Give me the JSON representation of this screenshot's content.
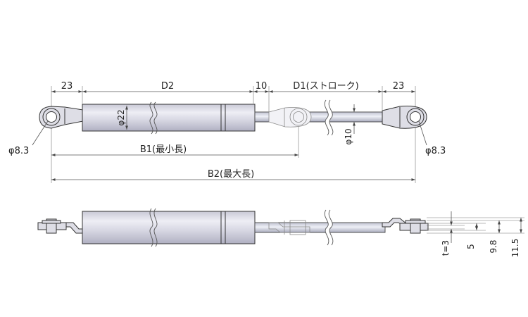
{
  "labels": {
    "dim_23_left": "23",
    "dim_d2": "D2",
    "dim_10": "10",
    "dim_d1": "D1(ストローク)",
    "dim_23_right": "23",
    "dia_22": "φ22",
    "dia_10": "φ10",
    "dia_83_left": "φ8.3",
    "dia_83_right": "φ8.3",
    "dim_b1": "B1(最小長)",
    "dim_b2": "B2(最大長)",
    "dim_t3": "t=3",
    "dim_5": "5",
    "dim_98": "9.8",
    "dim_115": "11.5"
  }
}
